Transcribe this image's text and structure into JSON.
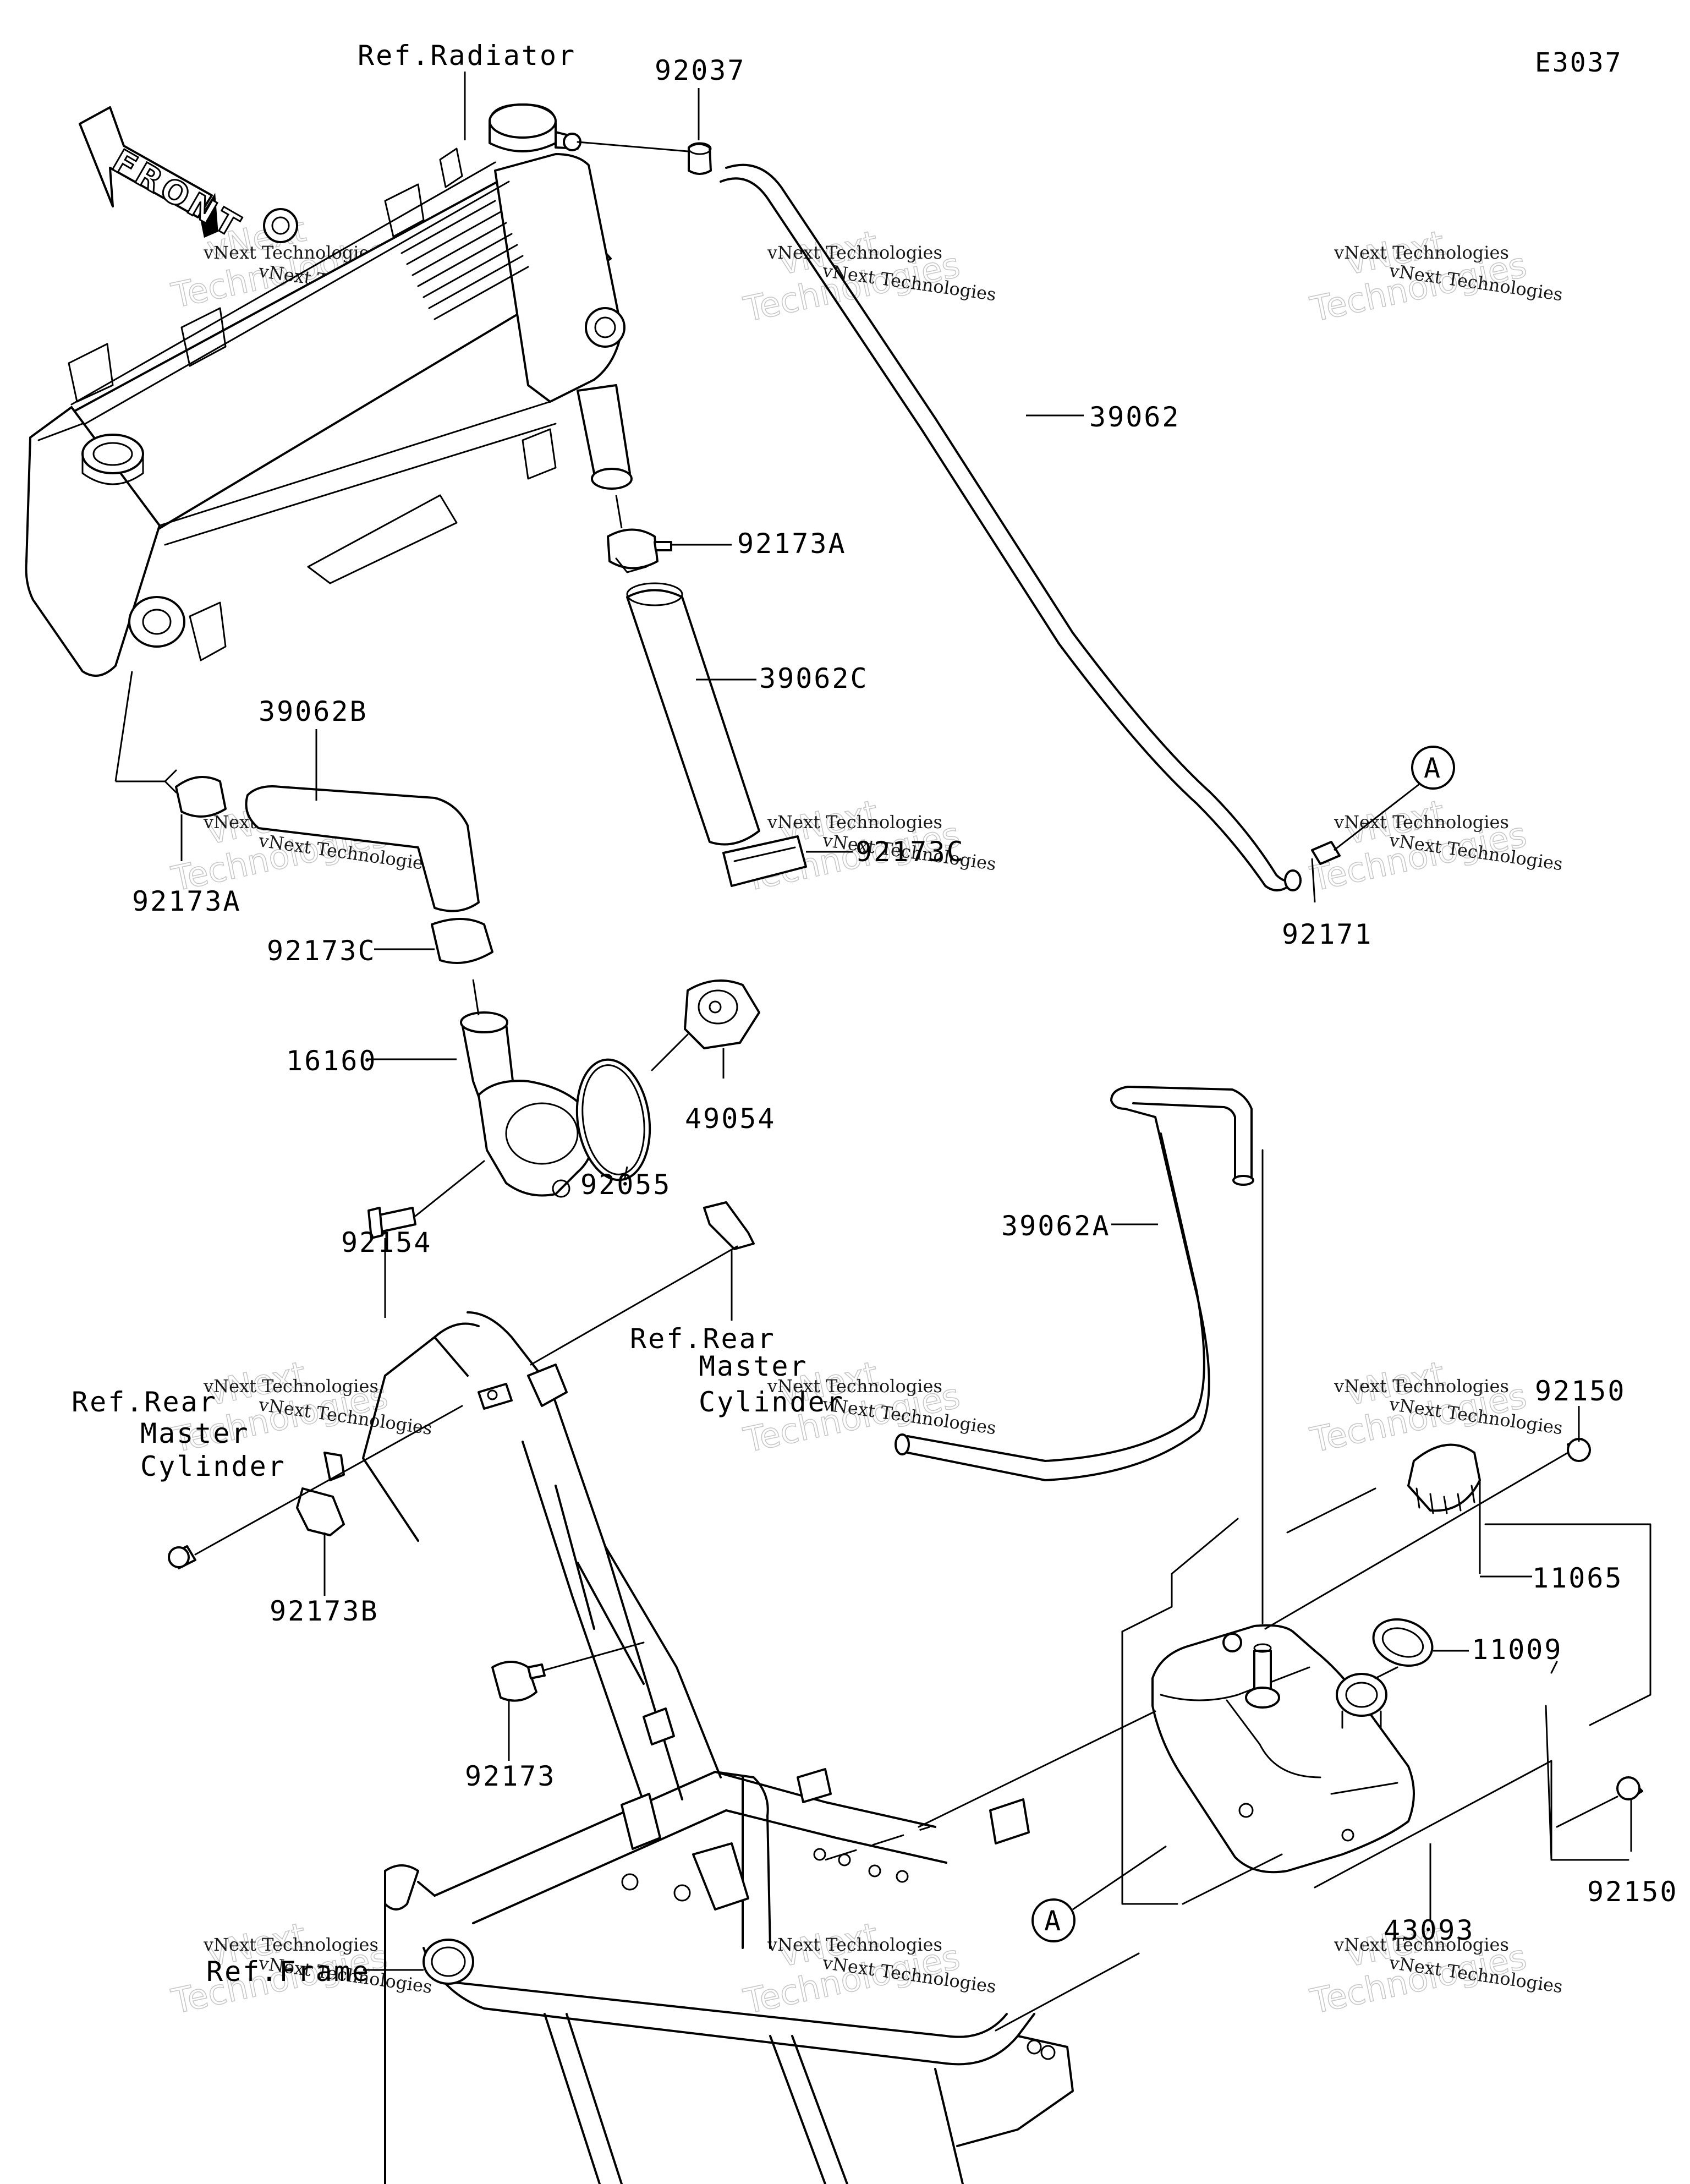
{
  "diagram_code": "E3037",
  "front_arrow_label": "FRONT",
  "callout_circle": "A",
  "refs": {
    "radiator": "Ref.Radiator",
    "rear_master_cylinder_1": "Ref.Rear",
    "rear_master_cylinder_2": "Master",
    "rear_master_cylinder_3": "Cylinder",
    "frame": "Ref.Frame"
  },
  "parts": {
    "p92037": "92037",
    "p39062": "39062",
    "p92173A_top": "92173A",
    "p39062C": "39062C",
    "p39062B": "39062B",
    "p92173A_left": "92173A",
    "p92173C_right": "92173C",
    "p92173C_left": "92173C",
    "p92171": "92171",
    "p16160": "16160",
    "p49054": "49054",
    "p92055": "92055",
    "p92154": "92154",
    "p39062A": "39062A",
    "p92150_top": "92150",
    "p11065": "11065",
    "p11009": "11009",
    "p92173B": "92173B",
    "p92173": "92173",
    "p92150_right": "92150",
    "p43093": "43093"
  },
  "watermark": {
    "line1": "vNext Technologies",
    "line2": "vNext",
    "line3": "Technologies"
  }
}
